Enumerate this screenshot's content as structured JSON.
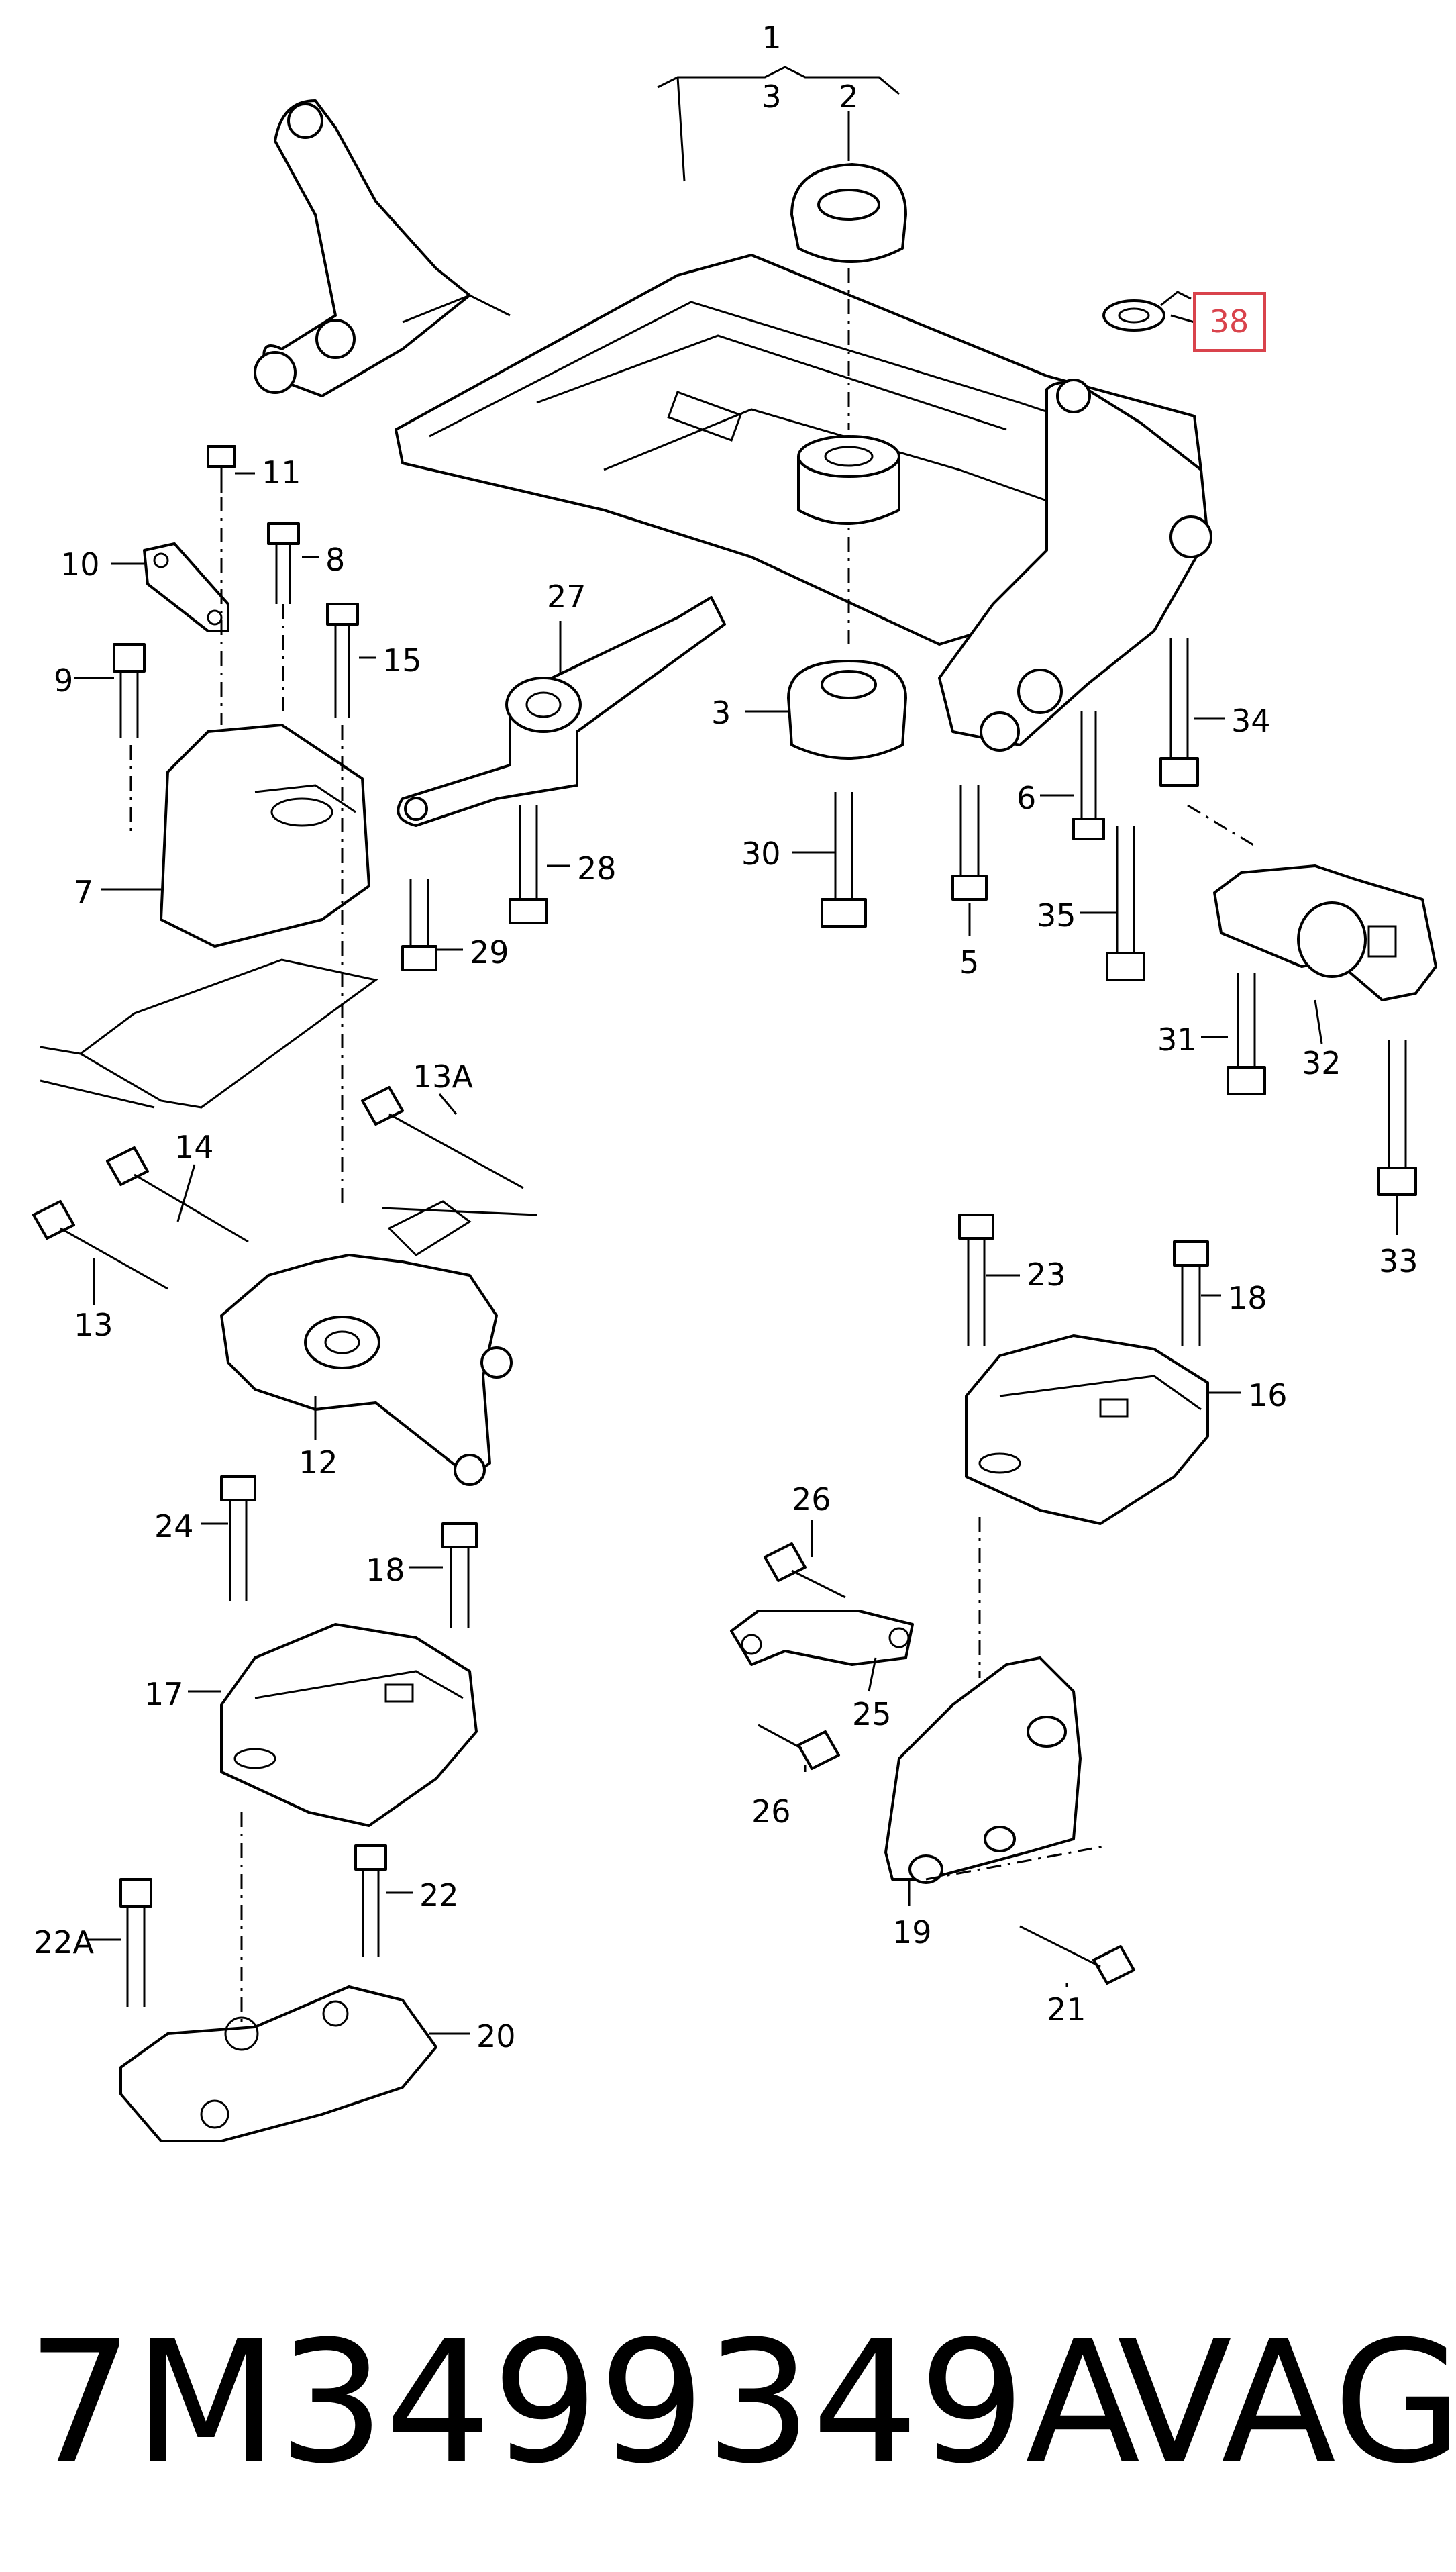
{
  "callouts": {
    "c1": "1",
    "c3top": "3",
    "c2": "2",
    "c38": "38",
    "c11": "11",
    "c10": "10",
    "c8": "8",
    "c9": "9",
    "c15": "15",
    "c7": "7",
    "c27": "27",
    "c28": "28",
    "c29": "29",
    "c3mid": "3",
    "c30": "30",
    "c5": "5",
    "c6": "6",
    "c34": "34",
    "c35": "35",
    "c31": "31",
    "c32": "32",
    "c33": "33",
    "c13a": "13A",
    "c14": "14",
    "c13": "13",
    "c12": "12",
    "c23": "23",
    "c18a": "18",
    "c16": "16",
    "c24": "24",
    "c18b": "18",
    "c17": "17",
    "c26a": "26",
    "c25": "25",
    "c26b": "26",
    "c19": "19",
    "c21": "21",
    "c22": "22",
    "c22a": "22A",
    "c20": "20"
  },
  "highlight": {
    "part": "38",
    "color": "#d9434c"
  },
  "footer": {
    "part_number": "7M3499349A",
    "brand": "VAG"
  }
}
